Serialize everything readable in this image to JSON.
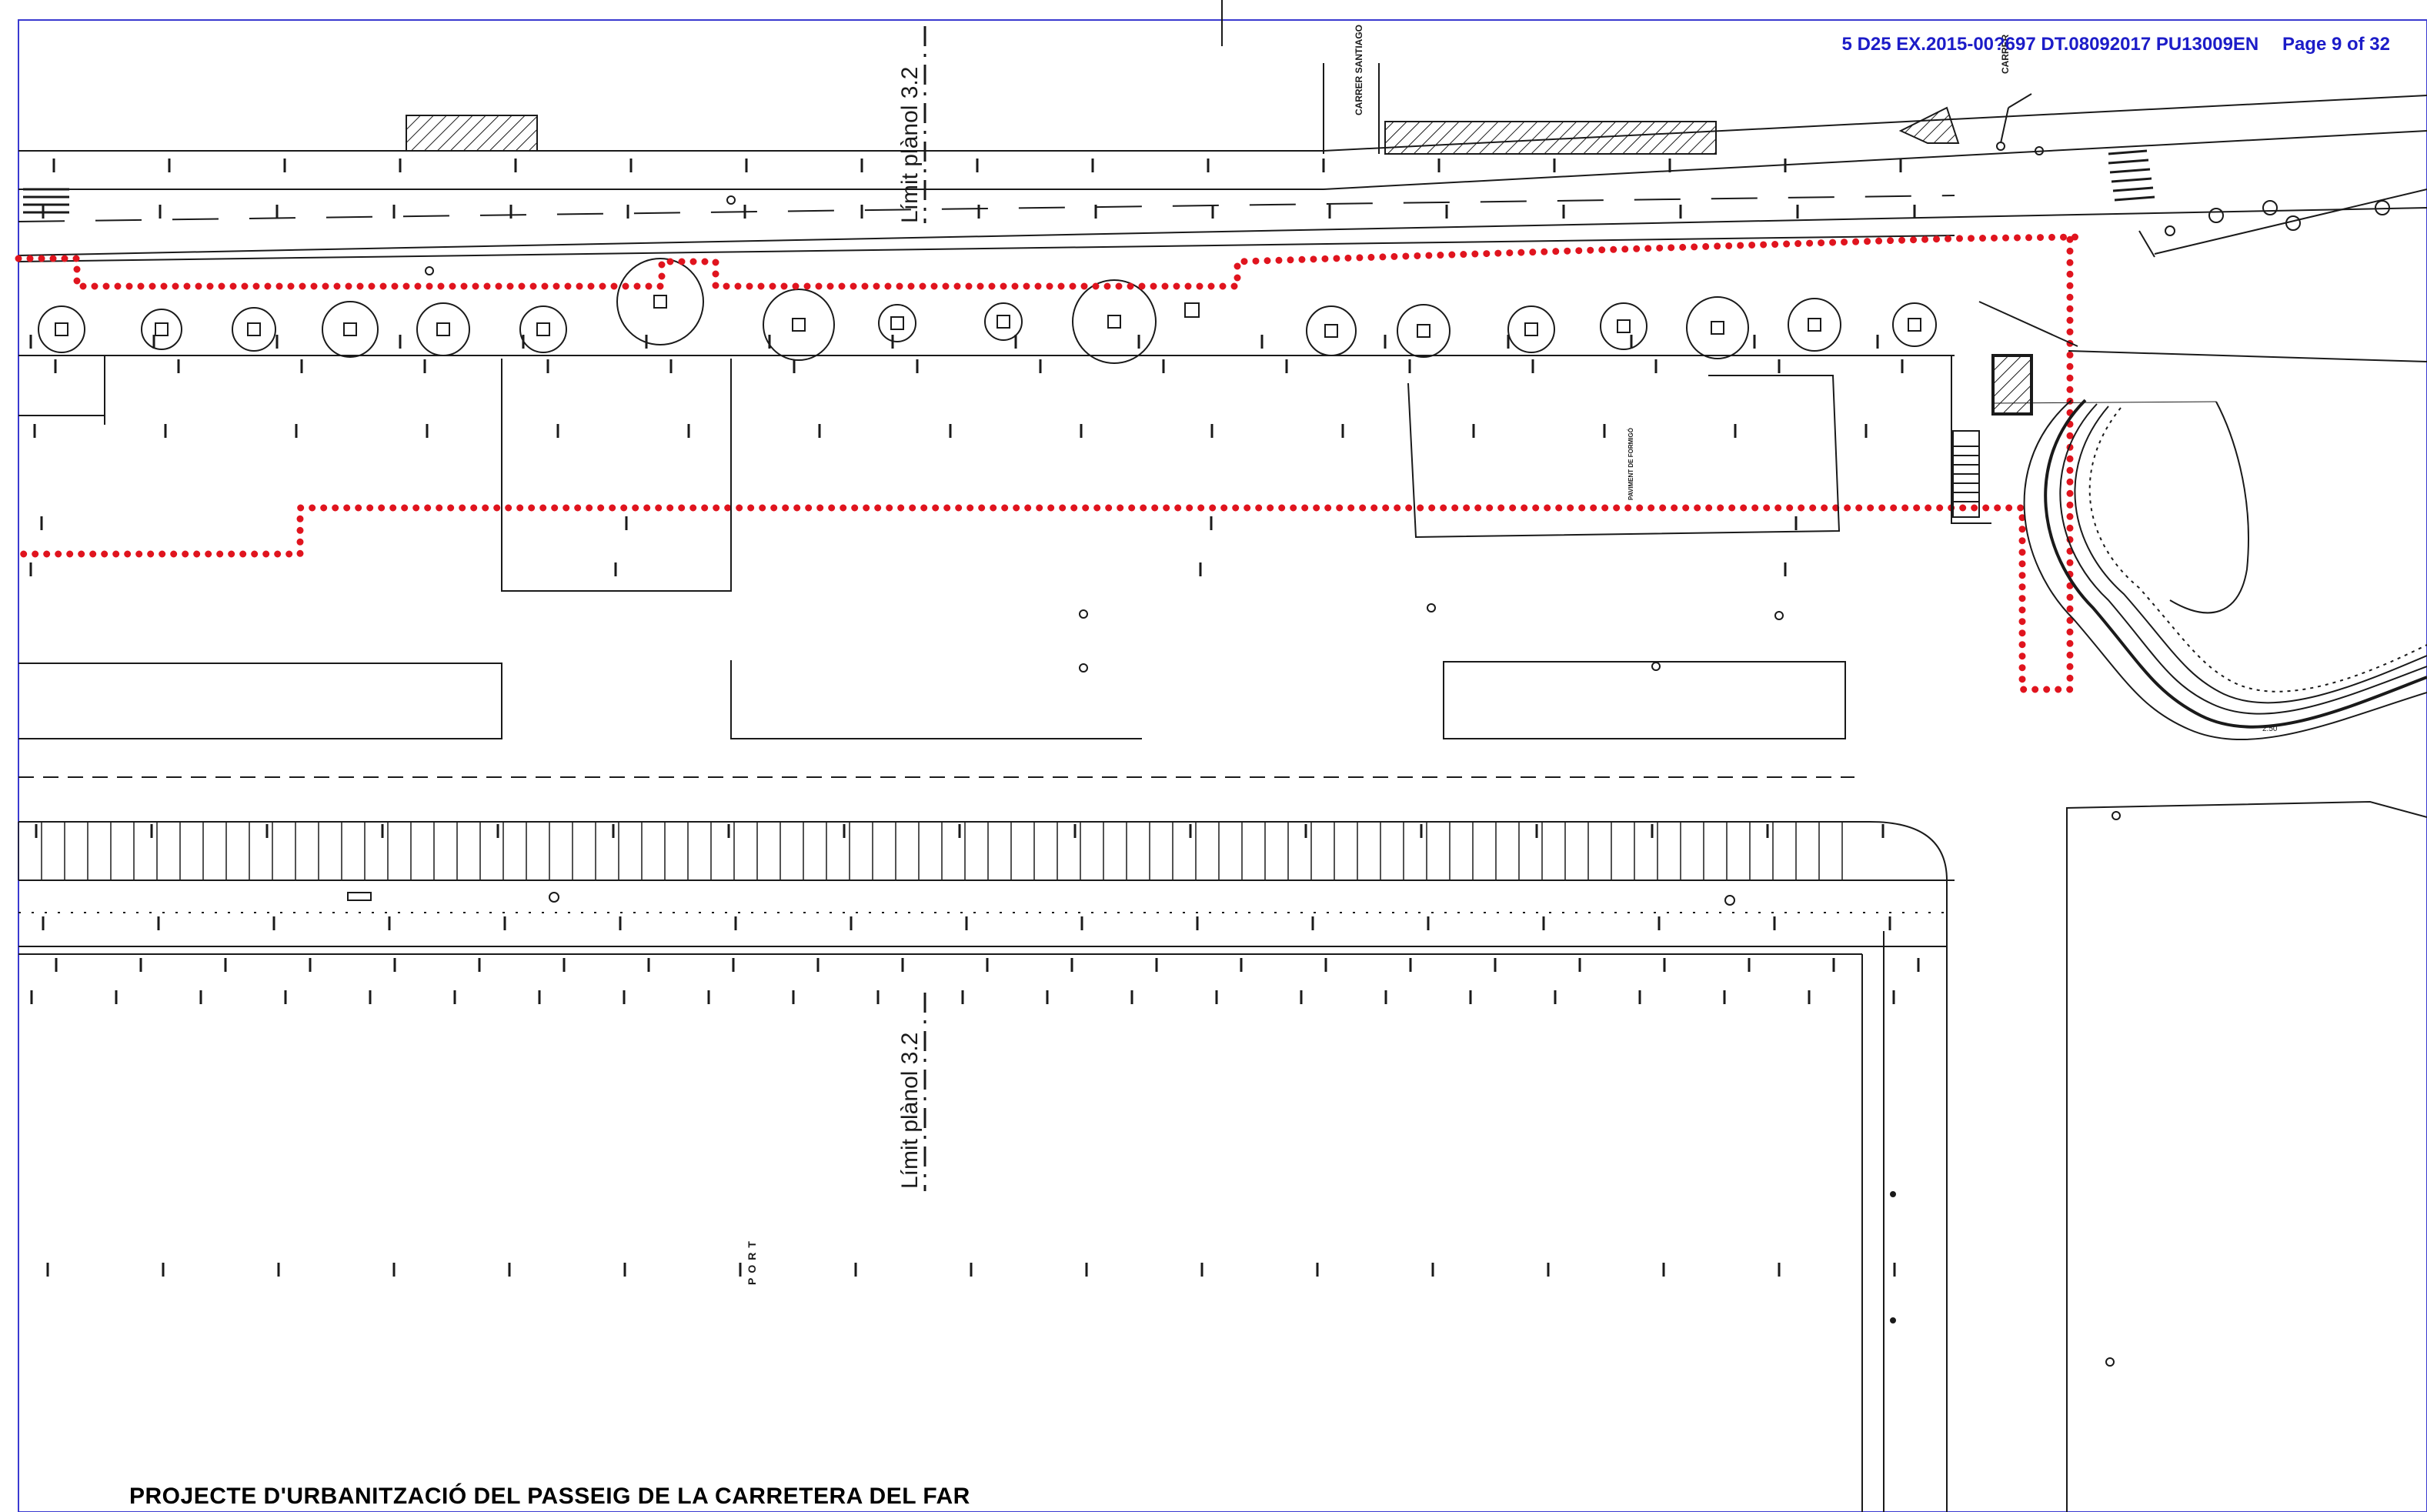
{
  "header": {
    "document_ref": "5 D25 EX.2015-00?697 DT.08092017 PU13009EN",
    "page_label": "Page 9 of 32"
  },
  "title": "PROJECTE D'URBANITZACIÓ DEL PASSEIG DE LA CARRETERA DEL FAR",
  "labels": {
    "limit_top": "Límit plànol 3.2",
    "limit_bottom": "Límit plànol 3.2",
    "port": "PORT",
    "street_santiago": "CARRER SANTIAGO",
    "street_right": "CARRER",
    "paviment": "PAVIMENT DE FORMIGÓ",
    "width_note": "2.50"
  },
  "colors": {
    "line": "#1a1a1a",
    "boundary_dots": "#e0141e",
    "header_text": "#1c1cc8",
    "frame": "#3a3ad0"
  }
}
